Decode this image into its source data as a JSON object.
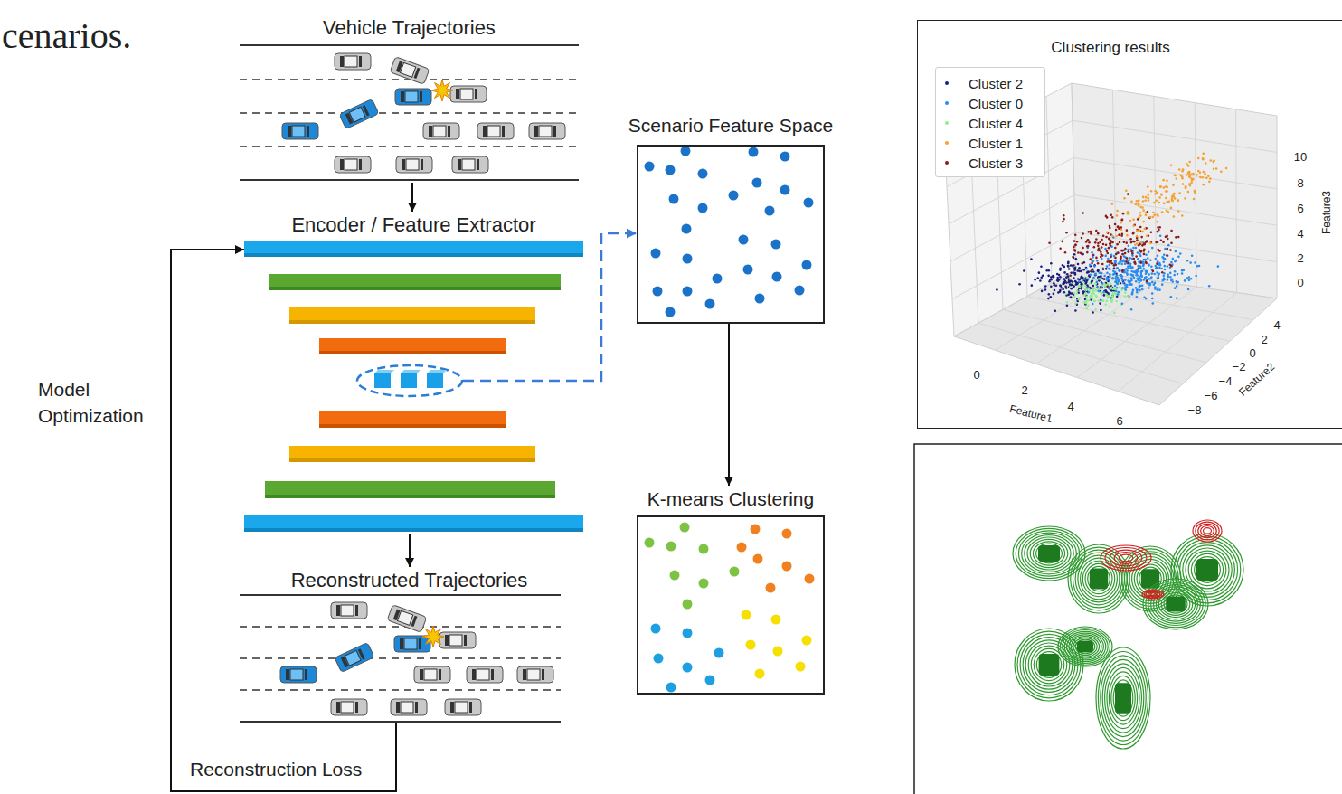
{
  "diagram": {
    "nodes": [
      {
        "text": [
          "Vehicle Trajectories"
        ]
      },
      {
        "text": [
          "Encoder / Feature Extractor"
        ]
      },
      {
        "text": [
          "Reconstructed Trajectories"
        ]
      },
      {
        "text": [
          "Scenario Feature Space"
        ]
      },
      {
        "text": [
          "K-means Clustering"
        ]
      },
      {
        "text": [
          "Clustering results"
        ]
      }
    ],
    "edges": [
      {
        "from": 0,
        "to": 1,
        "arrow": "to"
      },
      {
        "from": 1,
        "to": 2,
        "arrow": "to"
      },
      {
        "from": 1,
        "to": 3,
        "arrow": "to"
      },
      {
        "from": 3,
        "to": 4,
        "arrow": "to"
      },
      {
        "from": 2,
        "to": 1,
        "arrow": "to",
        "label": "Model Optimization"
      }
    ],
    "labels": [
      "cenarios.",
      "Reconstruction Loss",
      "Feature1",
      "Feature2",
      "Feature3",
      "10",
      "8",
      "6",
      "4",
      "2",
      "0",
      "0",
      "2",
      "4",
      "6",
      "4",
      "2",
      "0",
      "−2",
      "−4",
      "−6",
      "−8"
    ],
    "legend": [
      {
        "text": "Cluster 2",
        "color": "#1b1f7a"
      },
      {
        "text": "Cluster 0",
        "color": "#2a8cf0"
      },
      {
        "text": "Cluster 4",
        "color": "#90ee90"
      },
      {
        "text": "Cluster 1",
        "color": "#f5a030"
      },
      {
        "text": "Cluster 3",
        "color": "#8b1a1a"
      }
    ]
  }
}
